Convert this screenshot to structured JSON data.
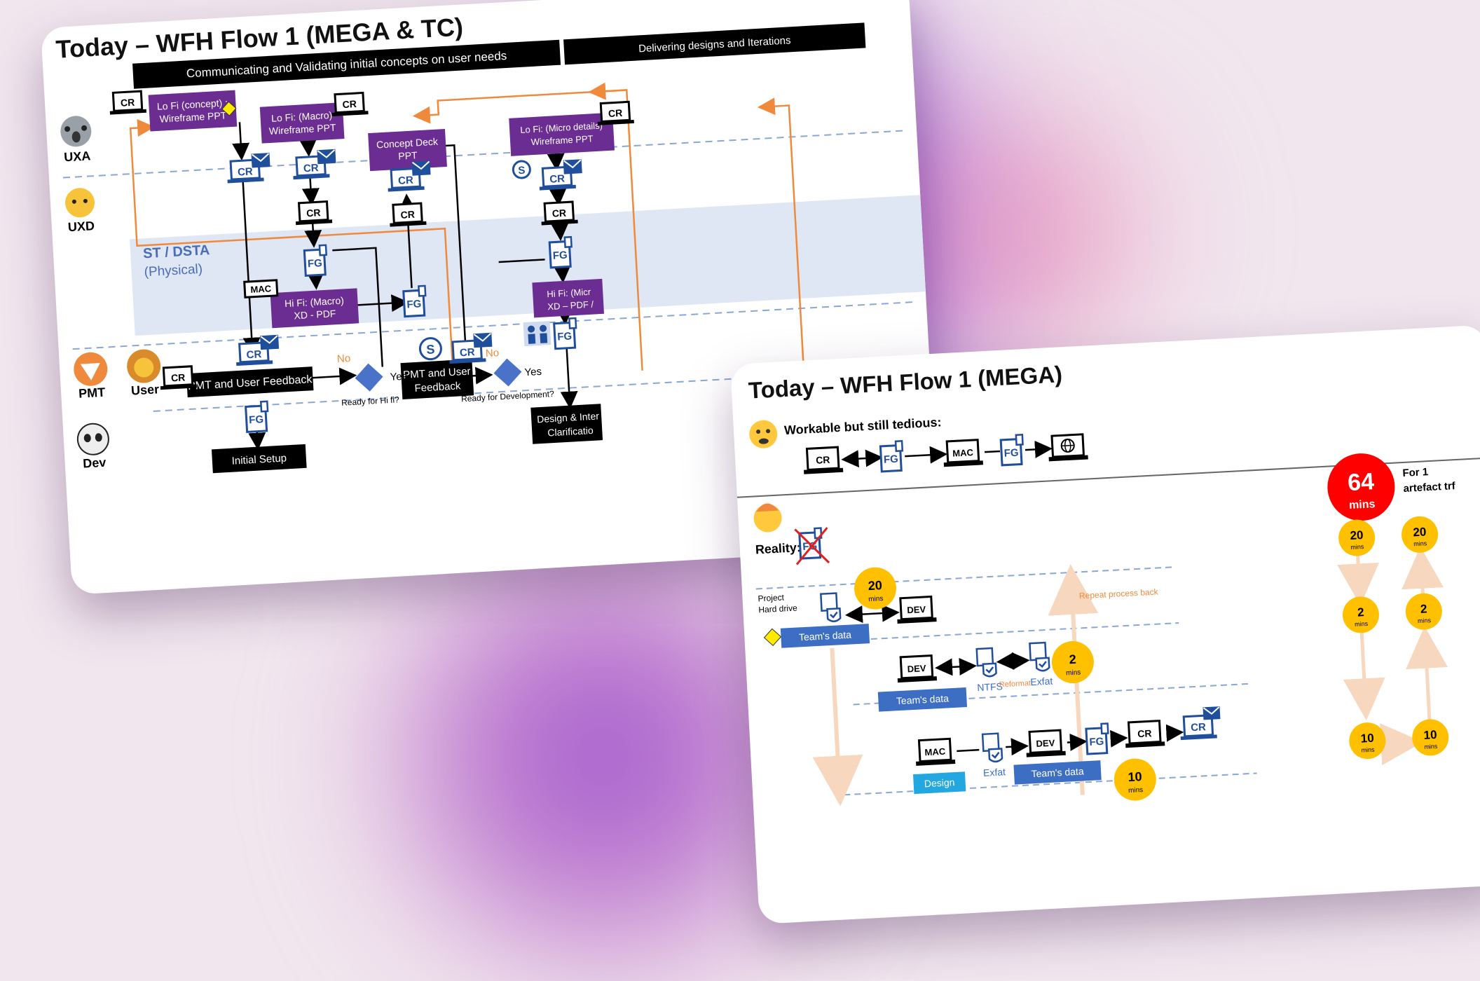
{
  "slide1": {
    "title": "Today – WFH Flow 1 (MEGA & TC)",
    "banner_left": "Communicating and Validating initial concepts on user needs",
    "banner_right": "Delivering designs and Iterations",
    "lanes": {
      "uxa": "UXA",
      "uxd": "UXD",
      "st": "ST / DSTA",
      "physical": "(Physical)",
      "pmt": "PMT",
      "user": "User",
      "dev": "Dev"
    },
    "boxes": {
      "lofi_concept": "Lo Fi (concept) :",
      "lofi_concept_2": "Wireframe PPT",
      "lofi_macro": "Lo Fi: (Macro)",
      "lofi_macro_2": "Wireframe PPT",
      "concept_deck": "Concept Deck",
      "concept_deck_2": "PPT",
      "lofi_micro": "Lo Fi: (Micro details)",
      "lofi_micro_2": "Wireframe PPT",
      "hifi_macro": "Hi Fi: (Macro)",
      "hifi_macro_2": "XD - PDF",
      "hifi_micro": "Hi Fi: (Micr",
      "hifi_micro_2": "XD – PDF / ",
      "pmt_feedback": "PMT and User Feedback",
      "pmt_feedback2": "PMT and User",
      "pmt_feedback2_b": "Feedback",
      "initial_setup": "Initial Setup",
      "design_clarif": "Design & Inter",
      "design_clarif_2": "Clarificatio"
    },
    "decisions": {
      "ready_hifi": "Ready for Hi fi?",
      "ready_dev": "Ready for Development?",
      "no": "No",
      "yes": "Yes"
    },
    "device_labels": {
      "cr": "CR",
      "fg": "FG",
      "mac": "MAC"
    }
  },
  "slide2": {
    "title": "Today – WFH Flow 1 (MEGA)",
    "workable": "Workable but still tedious:",
    "reality": "Reality:",
    "project_hd": "Project",
    "project_hd_2": "Hard drive",
    "teams_data": "Team's data",
    "ntfs": "NTFS",
    "reformat": "Reformat",
    "exfat": "Exfat",
    "design": "Design",
    "repeat": "Repeat process back",
    "dev": "DEV",
    "mac": "MAC",
    "cr": "CR",
    "fg": "FG",
    "total_value": "64",
    "total_unit": "mins",
    "total_note": "For 1",
    "total_note_2": "artefact trf",
    "badges": {
      "b20": "20",
      "b2": "2",
      "b10": "10",
      "mins": "mins"
    },
    "colors": {
      "purple": "#6b2d91",
      "blue": "#3c6ec4",
      "orange": "#ef8a3c",
      "yellow": "#ffc000",
      "red": "#ff0000"
    }
  }
}
